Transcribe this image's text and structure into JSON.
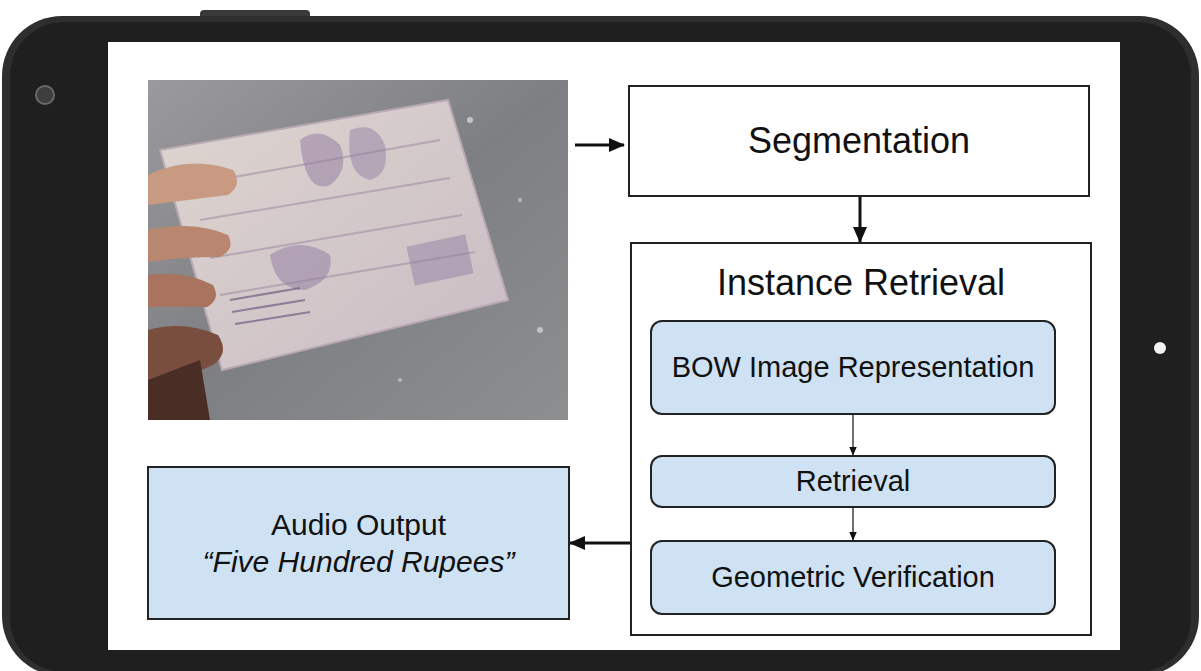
{
  "diagram": {
    "nodes": [
      {
        "text": [
          "Segmentation"
        ]
      },
      {
        "text": [
          "Instance Retrieval"
        ]
      },
      {
        "text": [
          "BOW Image Representation"
        ],
        "in": 1
      },
      {
        "text": [
          "Retrieval"
        ],
        "in": 1
      },
      {
        "text": [
          "Geometric Verification"
        ],
        "in": 1
      },
      {
        "text": [
          "Audio Output",
          "“Five Hundred Rupees”"
        ]
      }
    ],
    "edges": [
      {
        "from": 0,
        "to": 1,
        "arrow": "to"
      },
      {
        "from": 2,
        "to": 3,
        "arrow": "to"
      },
      {
        "from": 3,
        "to": 4,
        "arrow": "to"
      },
      {
        "from": 1,
        "to": 5,
        "arrow": "to"
      }
    ]
  }
}
